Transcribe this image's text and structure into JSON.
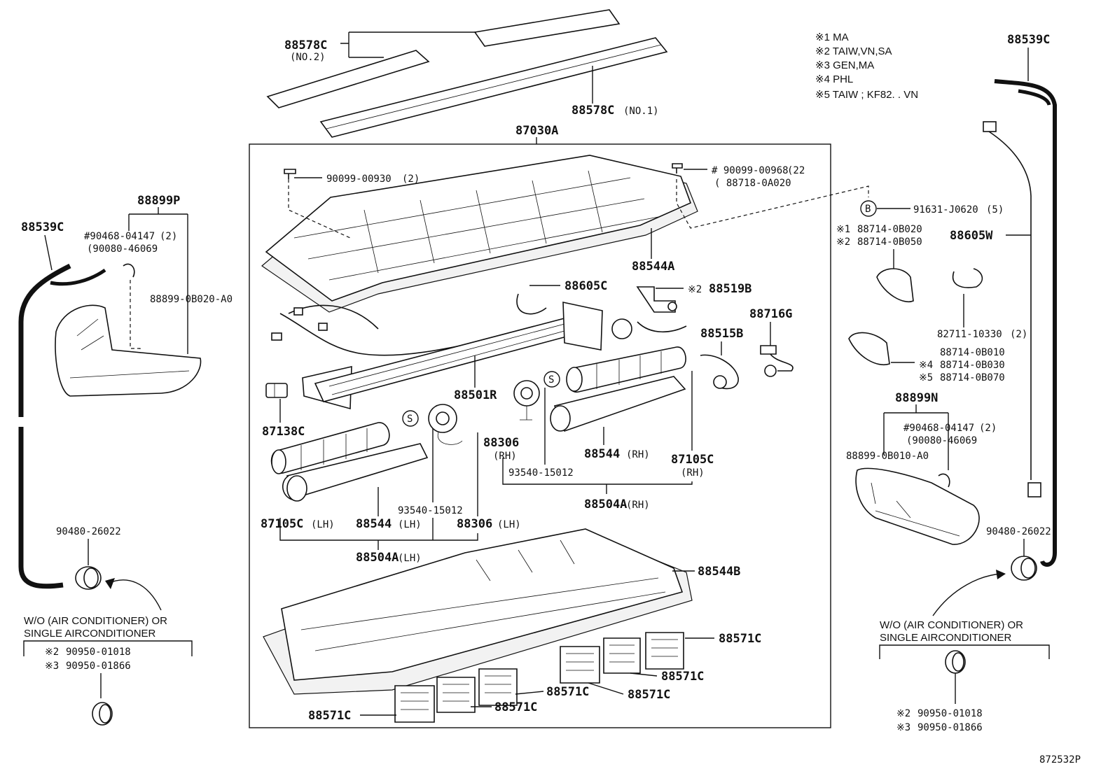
{
  "diagram_id": "872532P",
  "notes": [
    "※1 MA",
    "※2 TAIW,VN,SA",
    "※3 GEN,MA",
    "※4 PHL",
    "※5 TAIW ; KF82. . VN"
  ],
  "parts": {
    "p88578C_no2": "88578C",
    "p88578C_no2_sub": "(NO.2)",
    "p88578C_no1": "88578C",
    "p88578C_no1_sub": "(NO.1)",
    "p87030A": "87030A",
    "p90099_00930": "90099-00930",
    "p90099_00930_qty": "(2)",
    "p90099_00968": "# 90099-00968",
    "p90099_00968_qty": "(22",
    "p88718_0A020": "( 88718-0A020",
    "p88544A": "88544A",
    "p88605C": "88605C",
    "p88519B_mark": "※2",
    "p88519B": "88519B",
    "p88716G": "88716G",
    "p88515B": "88515B",
    "p88501R": "88501R",
    "p87138C": "87138C",
    "p88306_rh": "88306",
    "p88306_rh_sub": "(RH)",
    "s_mark1": "S",
    "s_mark2": "S",
    "p88544_rh": "88544",
    "p88544_rh_sub": "(RH)",
    "p87105C_rh": "87105C",
    "p87105C_rh_sub": "(RH)",
    "p93540_15012_rh": "93540-15012",
    "p88504A_rh": "88504A",
    "p88504A_rh_sub": "(RH)",
    "p93540_15012_lh": "93540-15012",
    "p87105C_lh": "87105C",
    "p87105C_lh_sub": "(LH)",
    "p88544_lh": "88544",
    "p88544_lh_sub": "(LH)",
    "p88306_lh": "88306",
    "p88306_lh_sub": "(LH)",
    "p88504A_lh": "88504A",
    "p88504A_lh_sub": "(LH)",
    "p88544B": "88544B",
    "p88571C_a": "88571C",
    "p88571C_b": "88571C",
    "p88571C_c": "88571C",
    "p88571C_d": "88571C",
    "p88571C_e": "88571C",
    "p88571C_f": "88571C",
    "p88899P": "88899P",
    "p88539C_left": "88539C",
    "p90468_04147_l": "#90468-04147",
    "p90468_04147_l_qty": "(2)",
    "p90080_46069_l": "(90080-46069",
    "p88899_0B020": "88899-0B020-A0",
    "p90480_26022_l": "90480-26022",
    "wo_left_1": "W/O (AIR CONDITIONER) OR",
    "wo_left_2": "SINGLE AIRCONDITIONER",
    "p90950_01018_l_mark": "※2",
    "p90950_01018_l": "90950-01018",
    "p90950_01866_l_mark": "※3",
    "p90950_01866_l": "90950-01866",
    "p88539C_right": "88539C",
    "b_mark": "B",
    "p91631_J0620": "91631-J0620",
    "p91631_J0620_qty": "(5)",
    "p88714_0B020_mark": "※1",
    "p88714_0B020": "88714-0B020",
    "p88714_0B050_mark": "※2",
    "p88714_0B050": "88714-0B050",
    "p88605W": "88605W",
    "p82711_10330": "82711-10330",
    "p82711_10330_qty": "(2)",
    "p88714_0B010": "88714-0B010",
    "p88714_0B030_mark": "※4",
    "p88714_0B030": "88714-0B030",
    "p88714_0B070_mark": "※5",
    "p88714_0B070": "88714-0B070",
    "p88899N": "88899N",
    "p90468_04147_r": "#90468-04147",
    "p90468_04147_r_qty": "(2)",
    "p90080_46069_r": "(90080-46069",
    "p88899_0B010": "88899-0B010-A0",
    "p90480_26022_r": "90480-26022",
    "wo_right_1": "W/O (AIR CONDITIONER) OR",
    "wo_right_2": "SINGLE AIRCONDITIONER",
    "p90950_01018_r_mark": "※2",
    "p90950_01018_r": "90950-01018",
    "p90950_01866_r_mark": "※3",
    "p90950_01866_r": "90950-01866"
  }
}
